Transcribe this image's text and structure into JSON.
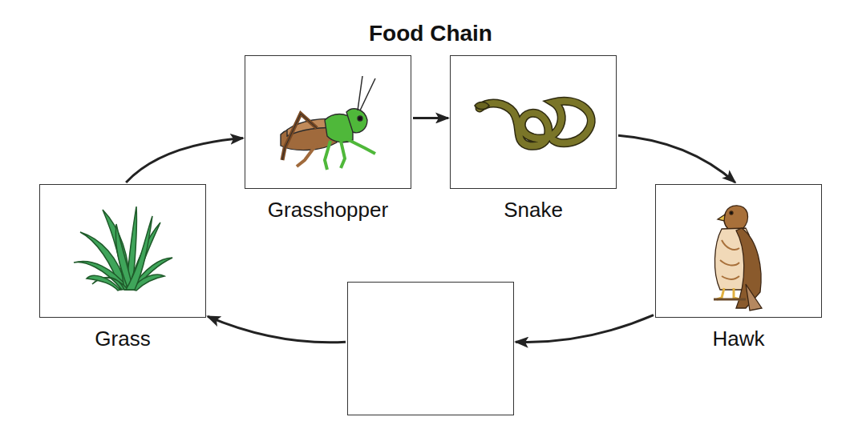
{
  "diagram": {
    "title": "Food Chain",
    "nodes": [
      {
        "text": [
          "Grass"
        ]
      },
      {
        "text": [
          "Grasshopper"
        ]
      },
      {
        "text": [
          "Snake"
        ]
      },
      {
        "text": [
          "Hawk"
        ]
      },
      {
        "text": []
      }
    ],
    "edges": [
      {
        "from": 0,
        "to": 1,
        "arrow": "to"
      },
      {
        "from": 1,
        "to": 2,
        "arrow": "to"
      },
      {
        "from": 2,
        "to": 3,
        "arrow": "to"
      },
      {
        "from": 3,
        "to": 4,
        "arrow": "to"
      },
      {
        "from": 4,
        "to": 0,
        "arrow": "to"
      }
    ]
  }
}
